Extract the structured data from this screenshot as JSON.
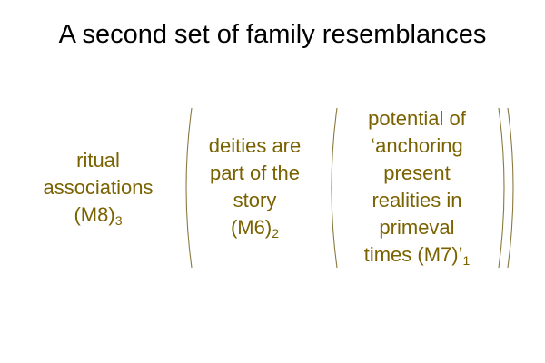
{
  "slide": {
    "title": "A second set of family resemblances",
    "text_color": "#7a6200",
    "items": [
      {
        "lines": [
          "ritual",
          "associations"
        ],
        "code": "(M8)",
        "rank": "3"
      },
      {
        "lines": [
          "deities are",
          "part of the",
          "story"
        ],
        "code": "(M6)",
        "rank": "2"
      },
      {
        "lines": [
          "potential of",
          "‘anchoring",
          "present",
          "realities in",
          "primeval"
        ],
        "code": "times (M7)’",
        "rank": "1"
      }
    ]
  }
}
